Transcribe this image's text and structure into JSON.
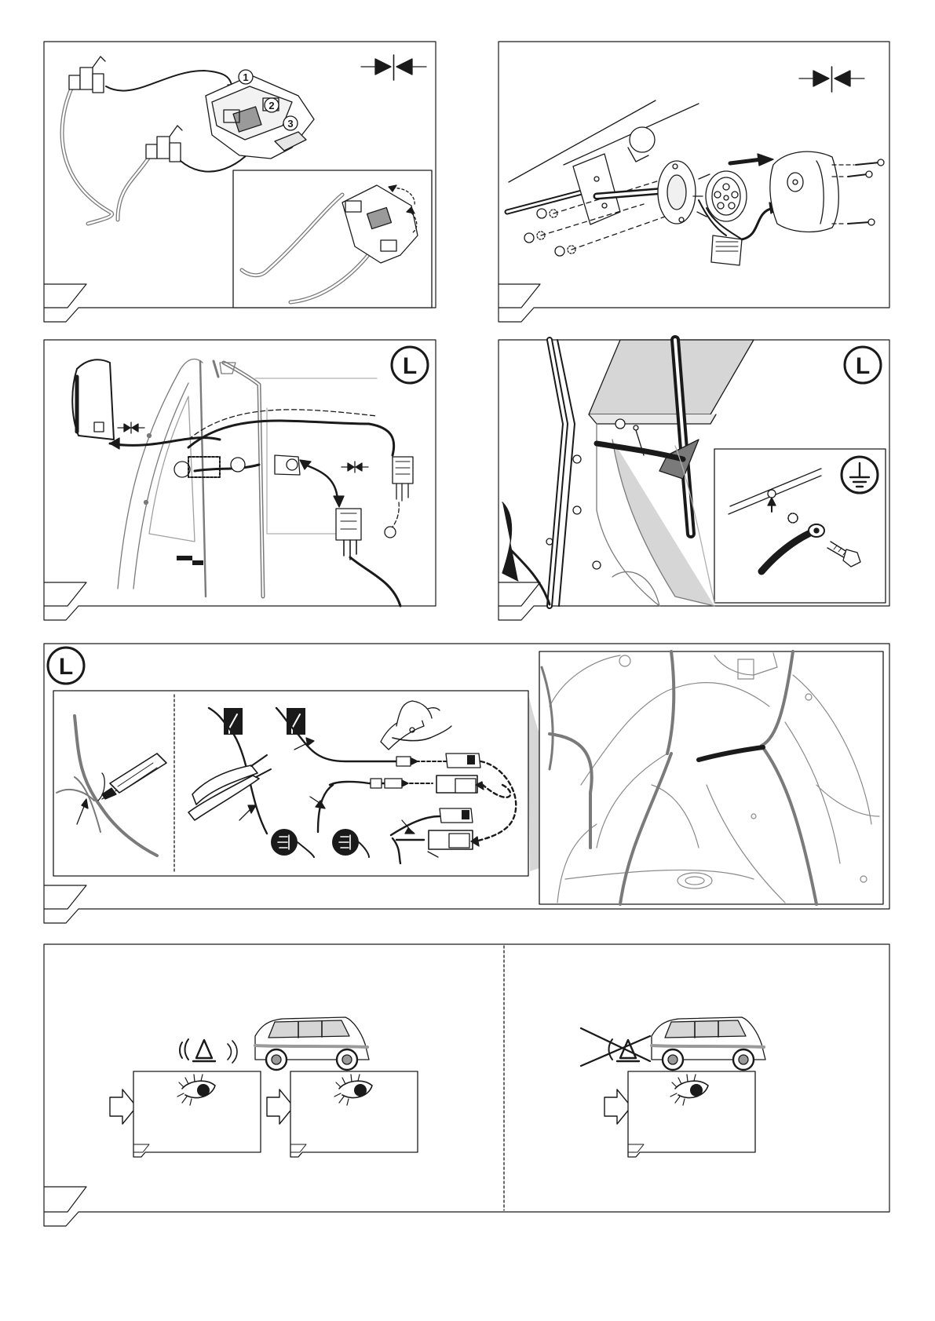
{
  "markers": {
    "step1": "1",
    "step2": "2",
    "step3": "3",
    "left_side_1": "L",
    "left_side_2": "L",
    "left_side_3": "L"
  },
  "colors": {
    "line": "#1a1a1a",
    "grey_wire": "#7a7a7a",
    "panel_fill": "#d6d6d6",
    "highlight_fill": "#9a9a9a"
  },
  "icons": [
    "connector-insert-icon",
    "left-side-icon",
    "ground-symbol-icon",
    "fog-lamp-icon",
    "switch-icon",
    "hazard-warning-icon",
    "eye-icon",
    "arrow-right-icon",
    "car-icon"
  ]
}
